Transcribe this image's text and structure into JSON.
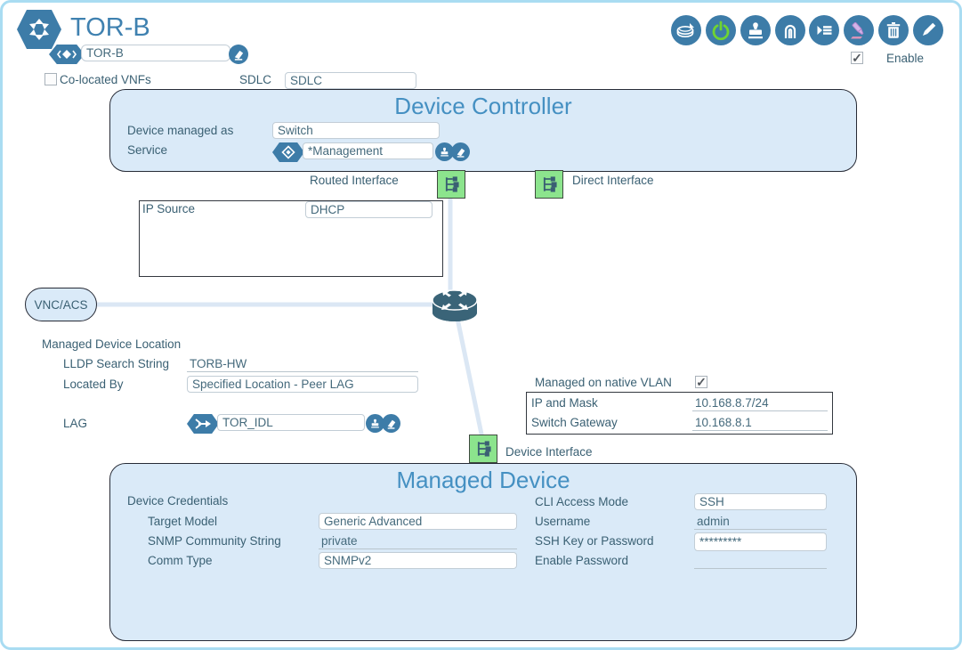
{
  "colors": {
    "accent_blue": "#3d7ca8",
    "title_blue": "#4590c2",
    "label_slate": "#3a6073",
    "panel_bg": "#daeaf8",
    "panel_border": "#272b36",
    "interface_green": "#8ce48d",
    "power_green": "#6fd431",
    "highlighter_purple": "#d4b4e8",
    "connection_line": "#dbe7f4",
    "outer_border": "#a9dcf2"
  },
  "header": {
    "title": "TOR-B",
    "name_value": "TOR-B",
    "co_located_label": "Co-located VNFs",
    "co_located_check": "",
    "sdlc_label": "SDLC",
    "sdlc_value": "SDLC",
    "enable_label": "Enable",
    "enable_check": "✓"
  },
  "toolbar": {
    "icons": [
      "database",
      "power",
      "stamp",
      "magnet",
      "run-list",
      "highlighter",
      "trash",
      "edit"
    ]
  },
  "device_controller": {
    "title": "Device Controller",
    "device_managed_as_label": "Device managed as",
    "device_managed_as_value": "Switch",
    "service_label": "Service",
    "service_value": "*Management"
  },
  "interfaces": {
    "routed_label": "Routed Interface",
    "direct_label": "Direct Interface",
    "device_label": "Device Interface"
  },
  "ip_source": {
    "label": "IP Source",
    "value": "DHCP"
  },
  "vnc_acs": {
    "label": "VNC/ACS"
  },
  "location": {
    "heading": "Managed Device Location",
    "lldp_label": "LLDP Search String",
    "lldp_value": "TORB-HW",
    "located_by_label": "Located By",
    "located_by_value": "Specified Location - Peer LAG",
    "lag_label": "LAG",
    "lag_value": "TOR_IDL"
  },
  "native_vlan": {
    "label": "Managed on native VLAN",
    "check": "✓",
    "ip_mask_label": "IP and Mask",
    "ip_mask_value": "10.168.8.7/24",
    "gateway_label": "Switch Gateway",
    "gateway_value": "10.168.8.1"
  },
  "managed_device": {
    "title": "Managed Device",
    "credentials_heading": "Device Credentials",
    "target_model_label": "Target Model",
    "target_model_value": "Generic Advanced",
    "snmp_label": "SNMP Community String",
    "snmp_value": "private",
    "comm_type_label": "Comm Type",
    "comm_type_value": "SNMPv2",
    "cli_label": "CLI Access Mode",
    "cli_value": "SSH",
    "username_label": "Username",
    "username_value": "admin",
    "ssh_key_label": "SSH Key or Password",
    "ssh_key_value": "*********",
    "enable_password_label": "Enable Password",
    "enable_password_value": ""
  }
}
